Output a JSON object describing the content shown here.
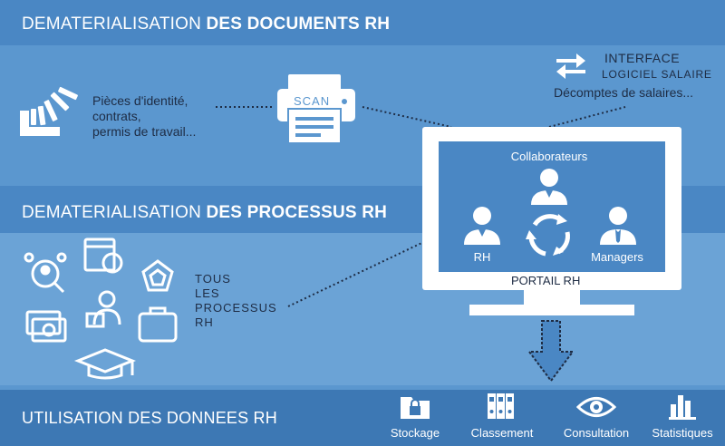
{
  "sections": {
    "documents": {
      "title_light": "DEMATERIALISATION ",
      "title_bold": "DES DOCUMENTS RH"
    },
    "processus": {
      "title_light": "DEMATERIALISATION ",
      "title_bold": "DES PROCESSUS RH"
    },
    "donnees": {
      "title": "UTILISATION DES DONNEES RH"
    }
  },
  "documents": {
    "lines": [
      "Pièces d'identité,",
      "contrats,",
      "permis de travail..."
    ],
    "scan_label": "SCAN",
    "interface_title": "INTERFACE",
    "interface_sub": "LOGICIEL SALAIRE",
    "decomptes": "Décomptes de salaires..."
  },
  "portal": {
    "collaborateurs": "Collaborateurs",
    "rh": "RH",
    "managers": "Managers",
    "label": "PORTAIL RH"
  },
  "processus": {
    "lines": [
      "TOUS",
      "LES",
      "PROCESSUS",
      "RH"
    ]
  },
  "usage": {
    "items": [
      {
        "label": "Stockage",
        "icon": "folder-lock-icon"
      },
      {
        "label": "Classement",
        "icon": "binders-icon"
      },
      {
        "label": "Consultation",
        "icon": "eye-icon"
      },
      {
        "label": "Statistiques",
        "icon": "bar-chart-icon"
      }
    ]
  },
  "colors": {
    "band_dark": "#4a87c4",
    "band_light": "#5b97cf",
    "bottom": "#3d78b4",
    "text_dark": "#1e2c44"
  }
}
